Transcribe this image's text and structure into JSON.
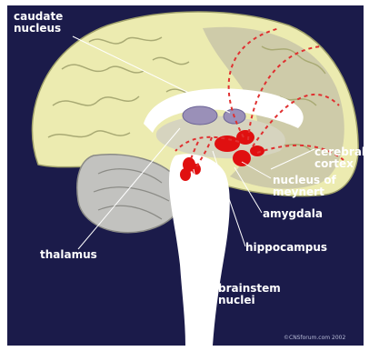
{
  "labels": {
    "caudate_nucleus": "caudate\nnucleus",
    "cerebral_cortex": "cerebral\ncortex",
    "nucleus_of_meynert": "nucleus of\nmeynert",
    "amygdala": "amygdala",
    "hippocampus": "hippocampus",
    "thalamus": "thalamus",
    "brainstem_nuclei": "brainstem\nnuclei"
  },
  "credit": "©CNSforum.com 2002",
  "colors": {
    "background": "#1b1b4a",
    "cortex": "#ecebb0",
    "inner_cortex": "#c9c5a8",
    "white_matter": "#ffffff",
    "cerebellum": "#c2c2bf",
    "nuclei": "#e01010",
    "pathways": "#e03030",
    "thalamus": "#9a90b8"
  }
}
